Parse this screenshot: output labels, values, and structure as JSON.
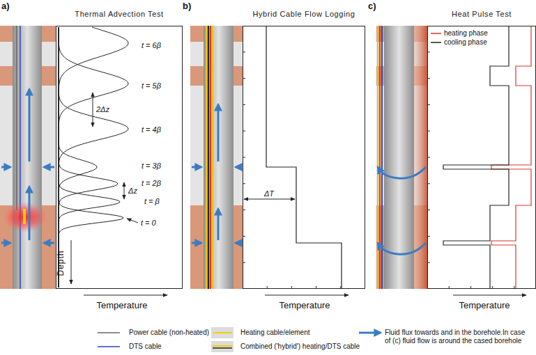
{
  "diagram": {
    "nodes": [
      {
        "text": [
          "Thermal Advection Test"
        ]
      },
      {
        "text": [
          "Hybrid Cable Flow Logging"
        ]
      },
      {
        "text": [
          "Heat Pulse Test"
        ]
      }
    ],
    "labels": [
      "a)",
      "b)",
      "c)",
      "t = 6β",
      "t = 5β",
      "t = 4β",
      "t = 3β",
      "t = 2β",
      "t = β",
      "t = 0",
      "2Δz",
      "Δz",
      "Depth",
      "Temperature",
      "ΔT",
      "Temperature",
      "Temperature"
    ],
    "legend": [
      {
        "text": "heating phase"
      },
      {
        "text": "cooling phase"
      },
      {
        "text": "Power cable (non-heated)"
      },
      {
        "text": "Heating cable/element"
      },
      {
        "text": "Fluid flux towards and in the borehole.In case of (c) fluid flow is around the cased borehole"
      },
      {
        "text": "DTS cable"
      },
      {
        "text": "Combined ('hybrid') heating/DTS cable"
      }
    ]
  }
}
